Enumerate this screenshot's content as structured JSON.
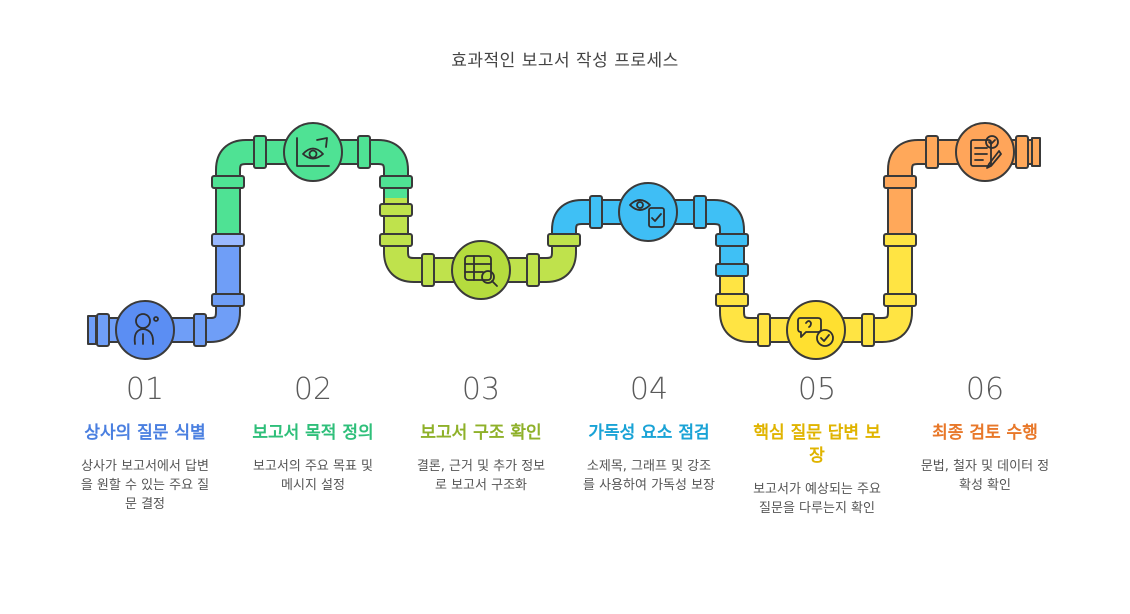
{
  "title": "효과적인 보고서 작성 프로세스",
  "steps": [
    {
      "number": "01",
      "title": "상사의 질문 식별",
      "desc": "상사가 보고서에서 답변을 원할 수 있는 주요 질문 결정",
      "icon": "person-thinking-icon",
      "color": "#4a7fe0"
    },
    {
      "number": "02",
      "title": "보고서 목적 정의",
      "desc": "보고서의 주요 목표 및 메시지 설정",
      "icon": "chart-eye-icon",
      "color": "#2fbf7a"
    },
    {
      "number": "03",
      "title": "보고서 구조 확인",
      "desc": "결론, 근거 및 추가 정보로 보고서 구조화",
      "icon": "table-search-icon",
      "color": "#8fb12a"
    },
    {
      "number": "04",
      "title": "가독성 요소 점검",
      "desc": "소제목, 그래프 및 강조를 사용하여 가독성 보장",
      "icon": "eye-clipboard-icon",
      "color": "#1aa3d6"
    },
    {
      "number": "05",
      "title": "핵심 질문 답변 보장",
      "desc": "보고서가 예상되는 주요 질문을 다루는지 확인",
      "icon": "chat-check-icon",
      "color": "#e0b400"
    },
    {
      "number": "06",
      "title": "최종 검토 수행",
      "desc": "문법, 철자 및 데이터 정확성 확인",
      "icon": "checklist-pen-icon",
      "color": "#e8782a"
    }
  ]
}
